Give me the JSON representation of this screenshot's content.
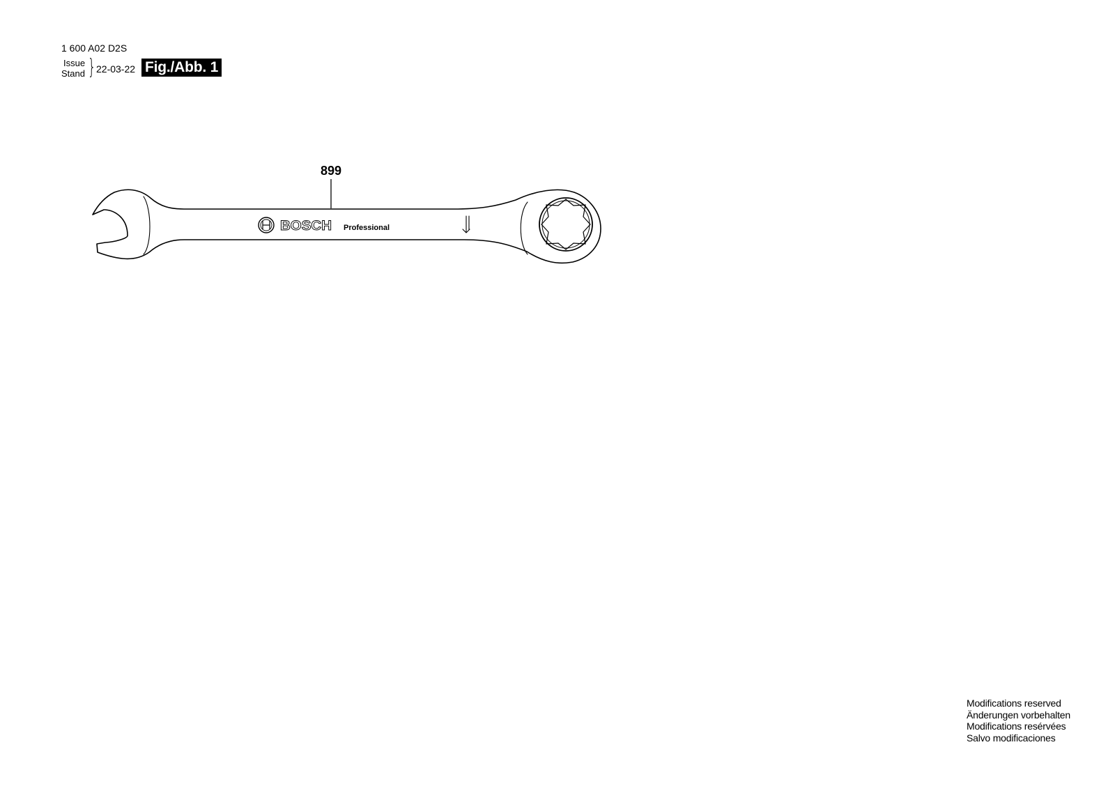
{
  "header": {
    "part_number": "1 600 A02 D2S",
    "issue_label": "Issue",
    "stand_label": "Stand",
    "issue_date": "22-03-22",
    "figure_label": "Fig./Abb. 1"
  },
  "drawing": {
    "callout": "899",
    "brand": "BOSCH",
    "product_line": "Professional",
    "icons": [
      "bosch-logo-icon",
      "arrow-down-icon"
    ]
  },
  "footer": {
    "lines": [
      "Modifications reserved",
      "Änderungen vorbehalten",
      "Modifications resérvées",
      "Salvo modificaciones"
    ]
  }
}
